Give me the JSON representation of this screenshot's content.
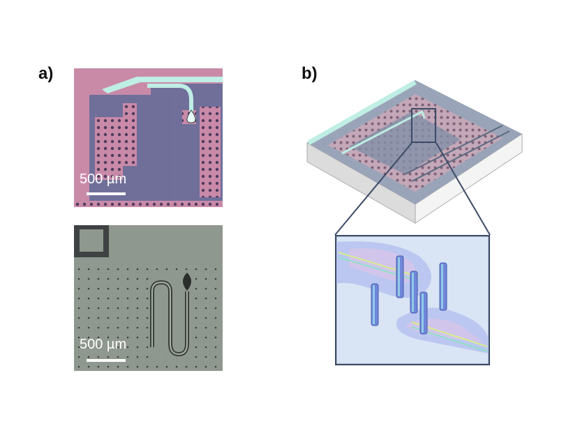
{
  "panels": {
    "a": {
      "label": "a)",
      "top_image": {
        "scale_text": "500 µm"
      },
      "bottom_image": {
        "scale_text": "500 µm"
      }
    },
    "b": {
      "label": "b)"
    }
  },
  "colors": {
    "substrate_pink": "#c98aa8",
    "substrate_blue": "#6f6f9a",
    "waveguide_cyan": "#bfeee4",
    "grey_substrate": "#8f988f",
    "frame_navy": "#3b4a66",
    "inset_bg": "#d9e4f5"
  }
}
